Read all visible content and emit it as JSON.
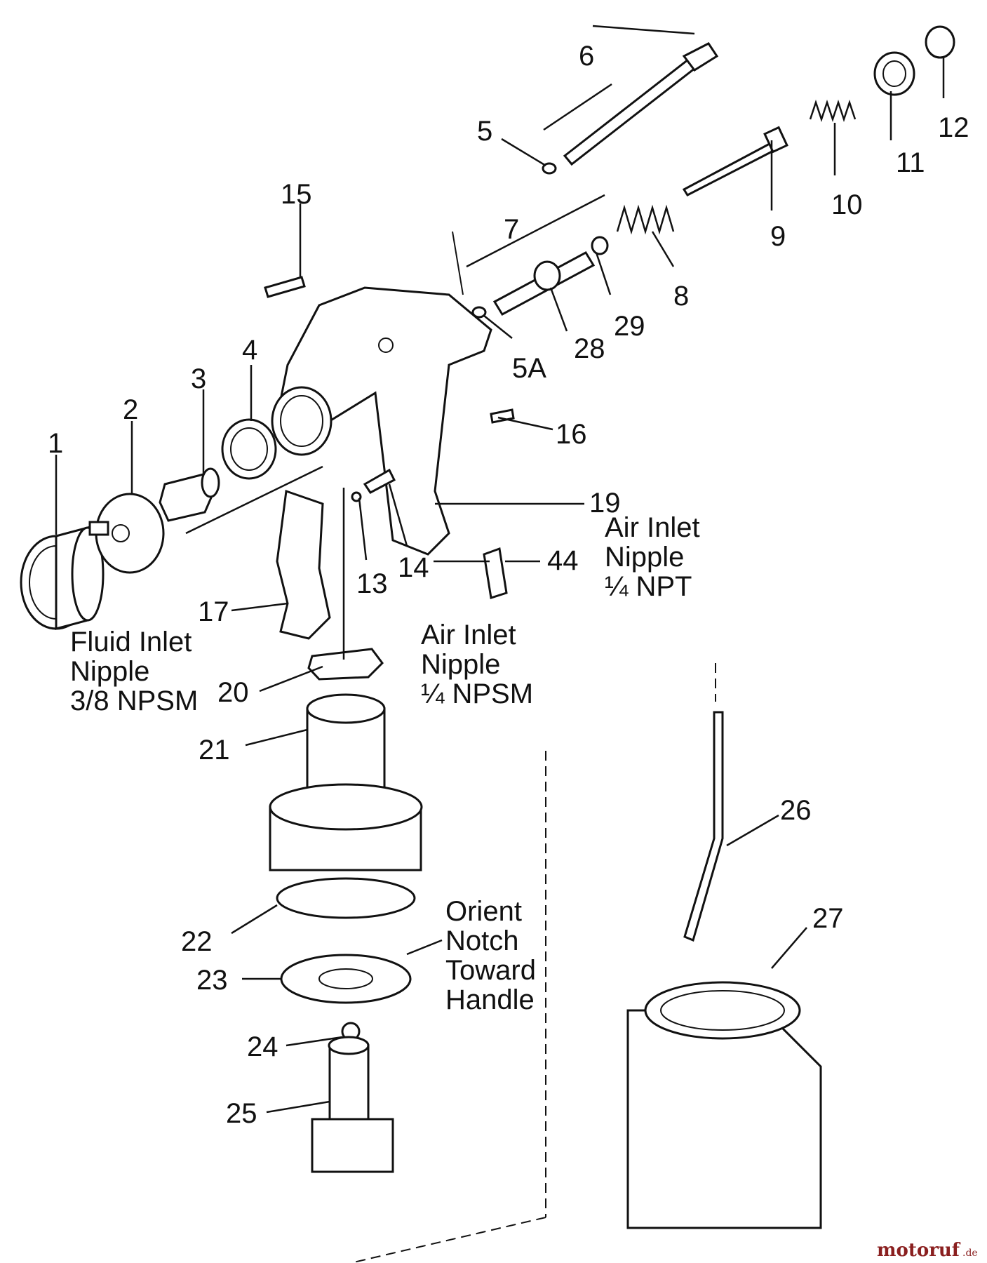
{
  "parts": [
    "1",
    "2",
    "3",
    "4",
    "5",
    "5A",
    "6",
    "7",
    "8",
    "9",
    "10",
    "11",
    "12",
    "13",
    "14",
    "15",
    "16",
    "17",
    "19",
    "20",
    "21",
    "22",
    "23",
    "24",
    "25",
    "26",
    "27",
    "28",
    "29",
    "44"
  ],
  "notes": {
    "fluid_inlet": [
      "Fluid Inlet",
      "Nipple",
      "3/8 NPSM"
    ],
    "air_inlet_npt": [
      "Air Inlet",
      "Nipple",
      "¼ NPT"
    ],
    "air_inlet_npsm": [
      "Air Inlet",
      "Nipple",
      "¼ NPSM"
    ],
    "orient": [
      "Orient",
      "Notch",
      "Toward",
      "Handle"
    ]
  },
  "watermark": {
    "brand": "motoruf",
    "tld": ".de"
  }
}
